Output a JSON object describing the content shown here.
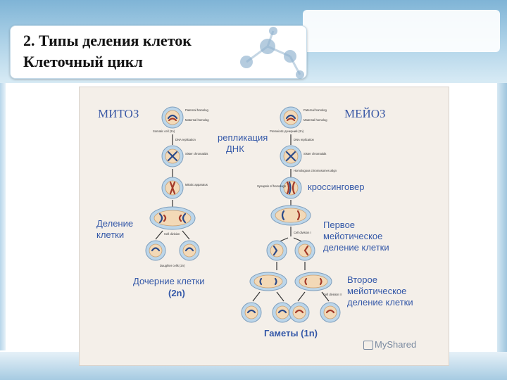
{
  "slide": {
    "title_line1": "2. Типы деления клеток",
    "title_line2": "Клеточный цикл"
  },
  "figure": {
    "mitosis_heading": "МИТОЗ",
    "meiosis_heading": "МЕЙОЗ",
    "replication_label": [
      "репликация",
      "ДНК"
    ],
    "crossing_over_label": "кроссинговер",
    "cell_division_label": [
      "Деление",
      "клетки"
    ],
    "daughter_cells_label": [
      "Дочерние клетки",
      "(2n)"
    ],
    "first_meiotic_label": [
      "Первое",
      "мейотическое",
      "деление клетки"
    ],
    "second_meiotic_label": [
      "Второе",
      "мейотическое",
      "деление клетки"
    ],
    "gametes_label": "Гаметы (1n)",
    "small_labels": {
      "somatic_cell": "Somatic cell (2n)",
      "premeiotic_cell": "Premeiotic дочерний (2n)",
      "dna_replication_left": "DNA replication",
      "dna_replication_right": "DNA replication",
      "sister_chromatids_left": "Sister chromatids",
      "sister_chromatids_right": "Sister chromatids",
      "mitotic_apparatus": "Mitotic apparatus",
      "homologous_align": "Homologous chromosomes align",
      "synapsis": "Synapsis of homologs",
      "cell_division_left": "Cell division",
      "cell_division_1": "Cell division I",
      "cell_division_2": "Cell division II",
      "daughter_cells_small": "Daughter cells (2n)",
      "paternal_left": "Paternal homolog",
      "maternal_left": "Maternal homolog",
      "paternal_right": "Paternal homolog",
      "maternal_right": "Maternal homolog"
    }
  },
  "watermark": "MyShared"
}
